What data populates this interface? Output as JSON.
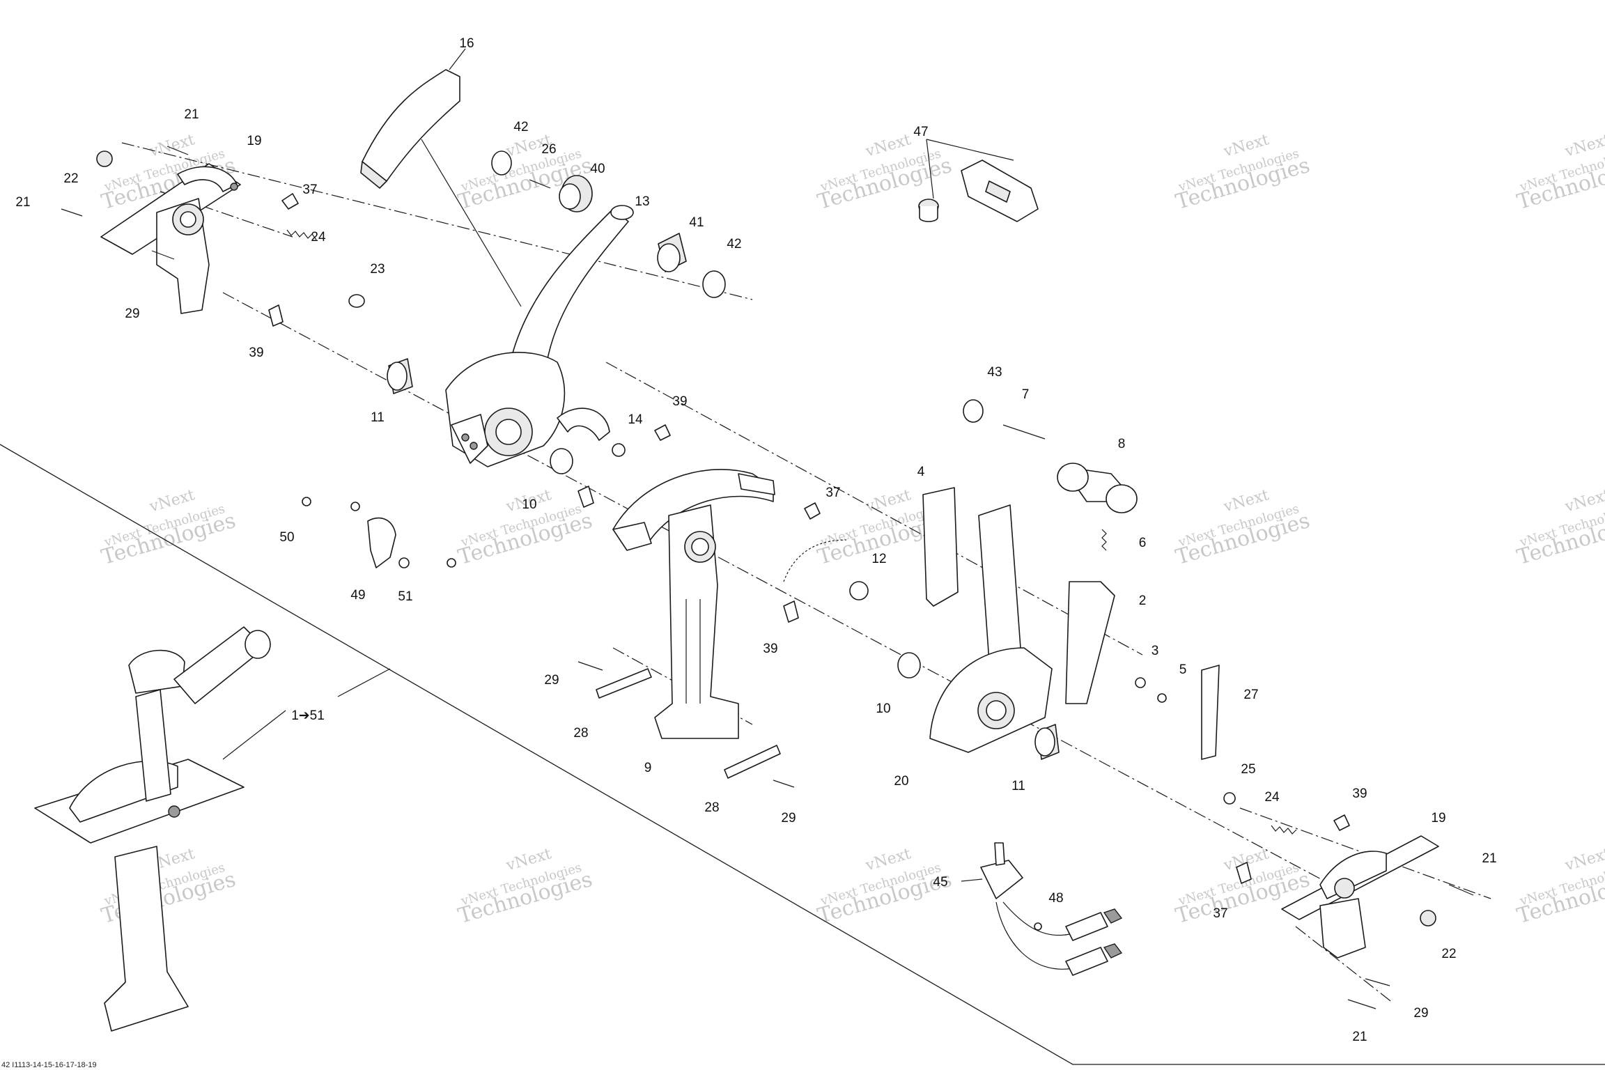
{
  "diagram": {
    "drawing_code": "42 I1113-14-15-16-17-18-19",
    "assembly_label": "1➔51",
    "watermark_line1": "vNext Technologies",
    "watermark_line2": "Technologies",
    "watermark_mark": "vNext",
    "callouts": [
      {
        "id": "c16a",
        "text": "16"
      },
      {
        "id": "c21a",
        "text": "21"
      },
      {
        "id": "c19a",
        "text": "19"
      },
      {
        "id": "c22a",
        "text": "22"
      },
      {
        "id": "c37a",
        "text": "37"
      },
      {
        "id": "c21b",
        "text": "21"
      },
      {
        "id": "c24a",
        "text": "24"
      },
      {
        "id": "c23",
        "text": "23"
      },
      {
        "id": "c29a",
        "text": "29"
      },
      {
        "id": "c39a",
        "text": "39"
      },
      {
        "id": "c42a",
        "text": "42"
      },
      {
        "id": "c26",
        "text": "26"
      },
      {
        "id": "c40",
        "text": "40"
      },
      {
        "id": "c13",
        "text": "13"
      },
      {
        "id": "c41",
        "text": "41"
      },
      {
        "id": "c42b",
        "text": "42"
      },
      {
        "id": "c47",
        "text": "47"
      },
      {
        "id": "c11a",
        "text": "11"
      },
      {
        "id": "c14",
        "text": "14"
      },
      {
        "id": "c39b",
        "text": "39"
      },
      {
        "id": "c43",
        "text": "43"
      },
      {
        "id": "c7",
        "text": "7"
      },
      {
        "id": "c8",
        "text": "8"
      },
      {
        "id": "c10a",
        "text": "10"
      },
      {
        "id": "c4",
        "text": "4"
      },
      {
        "id": "c37b",
        "text": "37"
      },
      {
        "id": "c50",
        "text": "50"
      },
      {
        "id": "c49",
        "text": "49"
      },
      {
        "id": "c51",
        "text": "51"
      },
      {
        "id": "c12",
        "text": "12"
      },
      {
        "id": "c6",
        "text": "6"
      },
      {
        "id": "c2",
        "text": "2"
      },
      {
        "id": "c39c",
        "text": "39"
      },
      {
        "id": "c29b",
        "text": "29"
      },
      {
        "id": "c28a",
        "text": "28"
      },
      {
        "id": "c9",
        "text": "9"
      },
      {
        "id": "c3",
        "text": "3"
      },
      {
        "id": "c5",
        "text": "5"
      },
      {
        "id": "c27",
        "text": "27"
      },
      {
        "id": "c10b",
        "text": "10"
      },
      {
        "id": "c20",
        "text": "20"
      },
      {
        "id": "c11b",
        "text": "11"
      },
      {
        "id": "c25",
        "text": "25"
      },
      {
        "id": "c24b",
        "text": "24"
      },
      {
        "id": "c39d",
        "text": "39"
      },
      {
        "id": "c19b",
        "text": "19"
      },
      {
        "id": "c28b",
        "text": "28"
      },
      {
        "id": "c29c",
        "text": "29"
      },
      {
        "id": "c45",
        "text": "45"
      },
      {
        "id": "c48",
        "text": "48"
      },
      {
        "id": "c37c",
        "text": "37"
      },
      {
        "id": "c21c",
        "text": "21"
      },
      {
        "id": "c22b",
        "text": "22"
      },
      {
        "id": "c29d",
        "text": "29"
      },
      {
        "id": "c21d",
        "text": "21"
      }
    ]
  }
}
